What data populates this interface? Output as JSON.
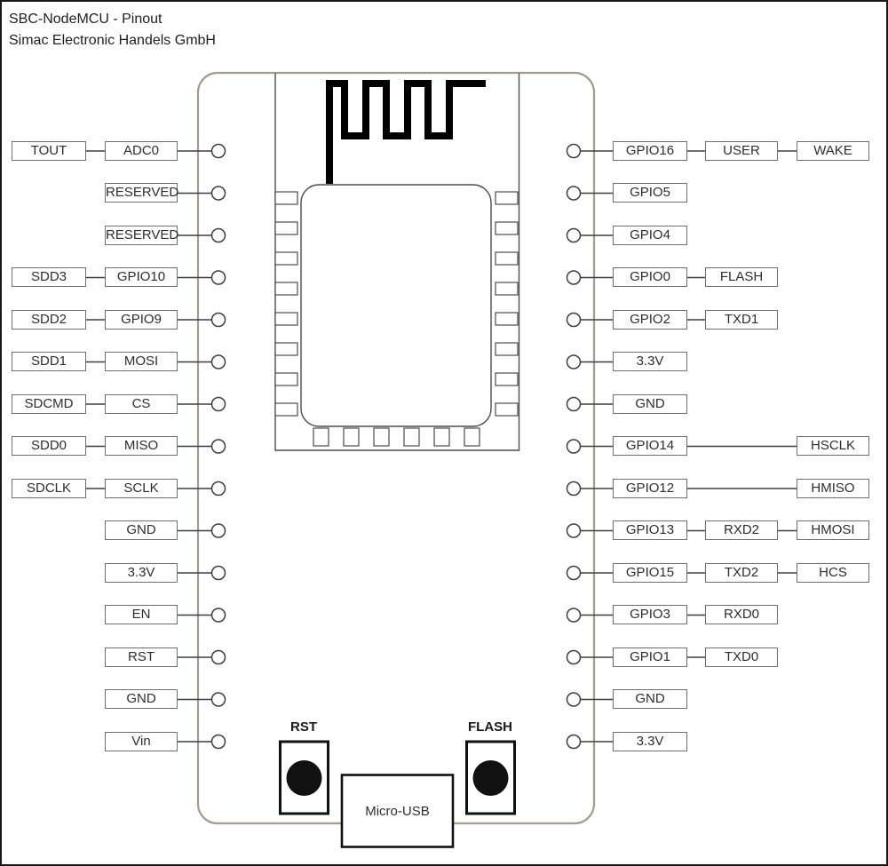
{
  "title": {
    "line1": "SBC-NodeMCU - Pinout",
    "line2": "Simac Electronic Handels GmbH"
  },
  "pins": {
    "left": [
      {
        "alt": "TOUT",
        "name": "ADC0"
      },
      {
        "name": "RESERVED"
      },
      {
        "name": "RESERVED"
      },
      {
        "alt": "SDD3",
        "name": "GPIO10"
      },
      {
        "alt": "SDD2",
        "name": "GPIO9"
      },
      {
        "alt": "SDD1",
        "name": "MOSI"
      },
      {
        "alt": "SDCMD",
        "name": "CS"
      },
      {
        "alt": "SDD0",
        "name": "MISO"
      },
      {
        "alt": "SDCLK",
        "name": "SCLK"
      },
      {
        "name": "GND"
      },
      {
        "name": "3.3V"
      },
      {
        "name": "EN"
      },
      {
        "name": "RST"
      },
      {
        "name": "GND"
      },
      {
        "name": "Vin"
      }
    ],
    "right": [
      {
        "name": "GPIO16",
        "func": "USER",
        "func2": "WAKE"
      },
      {
        "name": "GPIO5"
      },
      {
        "name": "GPIO4"
      },
      {
        "name": "GPIO0",
        "func": "FLASH"
      },
      {
        "name": "GPIO2",
        "func": "TXD1"
      },
      {
        "name": "3.3V"
      },
      {
        "name": "GND"
      },
      {
        "name": "GPIO14",
        "func2": "HSCLK"
      },
      {
        "name": "GPIO12",
        "func2": "HMISO"
      },
      {
        "name": "GPIO13",
        "func": "RXD2",
        "func2": "HMOSI"
      },
      {
        "name": "GPIO15",
        "func": "TXD2",
        "func2": "HCS"
      },
      {
        "name": "GPIO3",
        "func": "RXD0"
      },
      {
        "name": "GPIO1",
        "func": "TXD0"
      },
      {
        "name": "GND"
      },
      {
        "name": "3.3V"
      }
    ]
  },
  "board": {
    "buttons": [
      {
        "label": "RST"
      },
      {
        "label": "FLASH"
      }
    ],
    "usb_label": "Micro-USB"
  },
  "colors": {
    "board_outline": "#a59a90",
    "module_outline": "#4d4d4d",
    "connector_line": "#3e3e3e",
    "box_border": "#6e6e6e",
    "antenna": "#000000",
    "button": "#111111",
    "text": "#2e2e2e"
  }
}
